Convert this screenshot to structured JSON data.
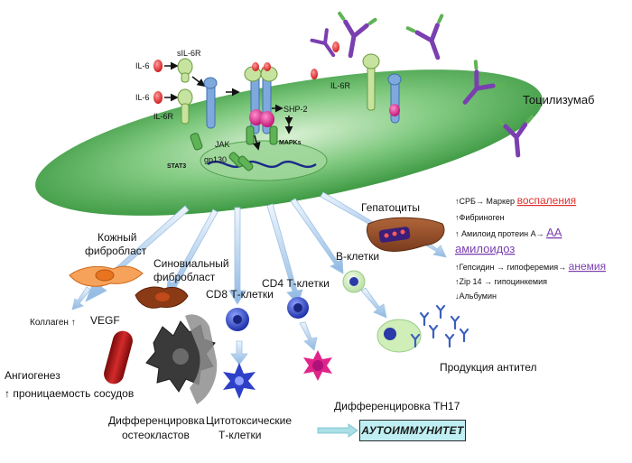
{
  "labels": {
    "il6_a": "IL-6",
    "sil6r": "sIL-6R",
    "il6_b": "IL-6",
    "il6r_a": "IL-6R",
    "il6r_b": "IL-6R",
    "shp2": "SHP-2",
    "mapks": "MAPKs",
    "jak": "JAK",
    "gp130": "gp130",
    "stat3": "STAT3",
    "tocilizumab": "Тоцилизумаб",
    "hepatocytes": "Гепатоциты",
    "crp_prefix": "↑СРБ→ Маркер ",
    "crp_word": "воспаления",
    "fibrinogen": "↑Фибриноген",
    "amyloid_prefix": "↑ Амилоид протеин А→ ",
    "amyloid_aa": "АА",
    "amyloidosis": "амилоидоз",
    "hepcidin_prefix": "↑Гепсидин  → гипоферемия→ ",
    "anemia": "анемия",
    "zip14": "↑Zip 14  → гипоцинкемия",
    "albumin": "↓Альбумин",
    "skin_fibroblast_1": "Кожный",
    "skin_fibroblast_2": "фибробласт",
    "synovial_1": "Синовиальный",
    "synovial_2": "фибробласт",
    "cd8": "CD8 Т-клетки",
    "cd4": "CD4 Т-клетки",
    "bcells": "В-клетки",
    "collagen": "Коллаген ↑",
    "vegf": "VEGF",
    "angiogenesis": "Ангиогенез",
    "permeability": "↑  проницаемость сосудов",
    "osteo_1": "Дифференцировка",
    "osteo_2": "остеокластов",
    "cytotoxic_1": "Цитотоксические",
    "cytotoxic_2": "Т-клетки",
    "th17": "Дифференцировка TH17",
    "antibodies": "Продукция антител",
    "autoimmunity": "АУТОИММУНИТЕТ"
  },
  "colors": {
    "cell_green": "#5cb85c",
    "receptor_blue": "#6b9bd2",
    "il6_red": "#e0312f",
    "antibody_purple": "#7a3fb0",
    "highlight_red": "#e0312f",
    "highlight_purple": "#7a3fb0",
    "arrow_blue": "#a9c9ea",
    "box_cyan": "#bfeff2"
  }
}
